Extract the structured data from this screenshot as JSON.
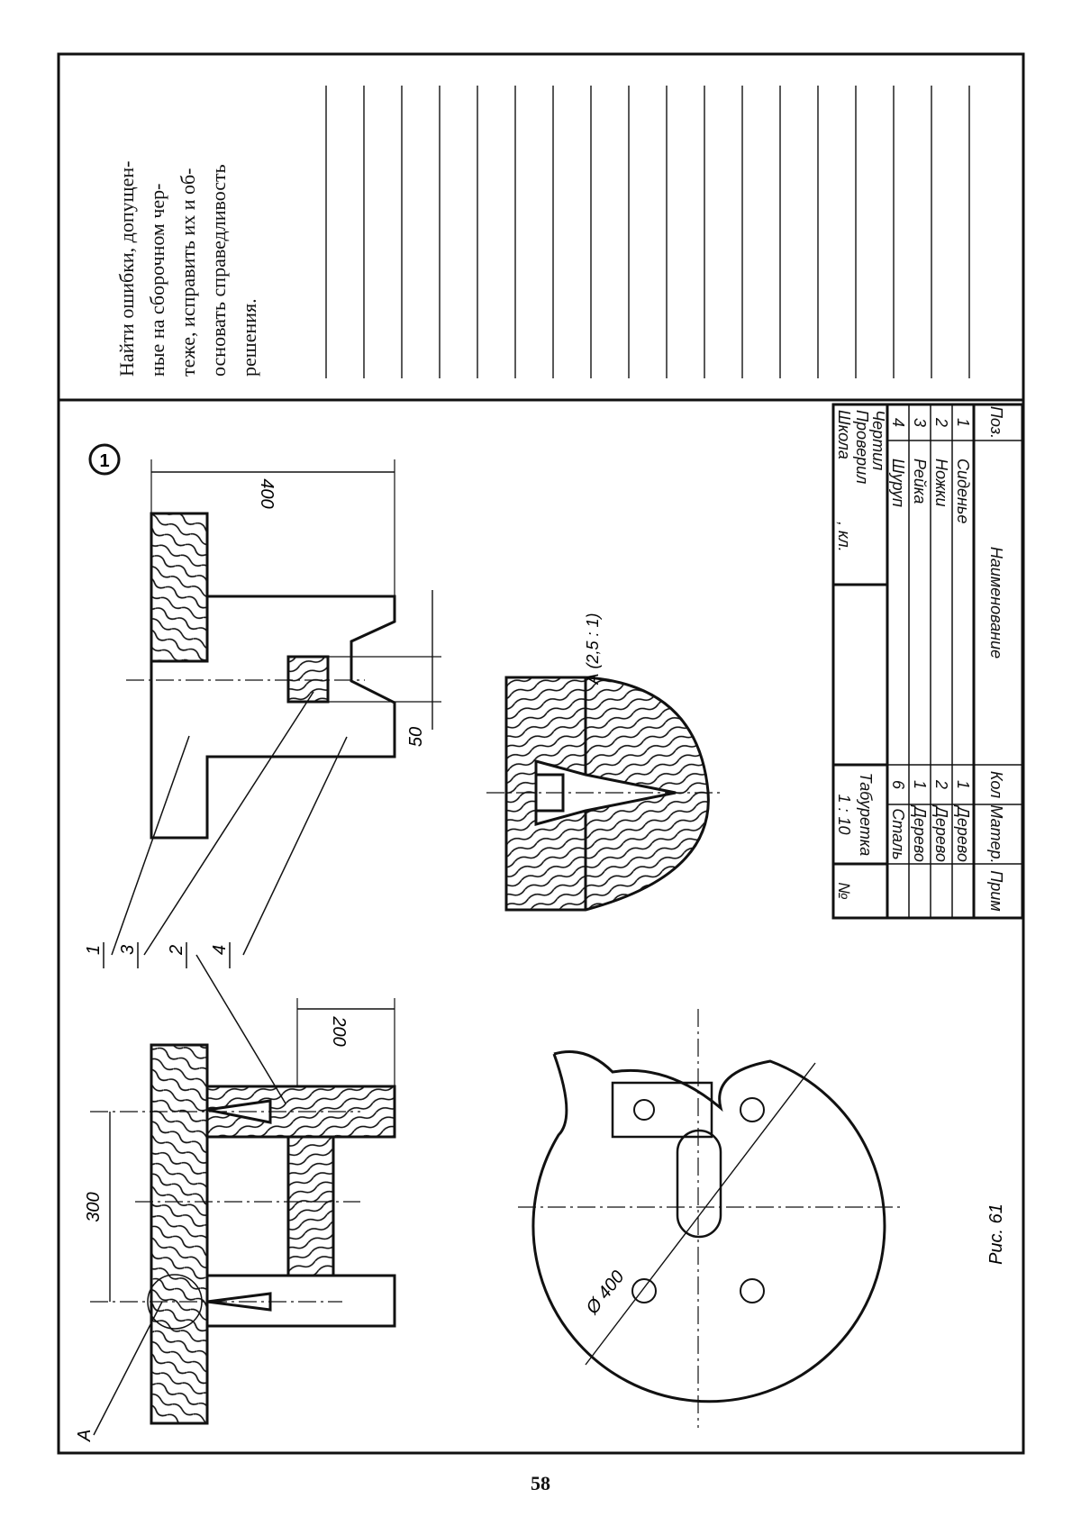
{
  "task": {
    "number": "1",
    "lines": [
      "Найти ошибки, допущен-",
      "ные на сборочном чер-",
      "теже, исправить их и об-",
      "основать справедливость",
      "решения."
    ]
  },
  "callouts": {
    "p1": "1",
    "p3": "3",
    "p2": "2",
    "p4": "4",
    "a": "А"
  },
  "dimensions": {
    "d400": "400",
    "d50": "50",
    "d300": "300",
    "d200": "200",
    "dia400": "Ø 400"
  },
  "detail_label": "А (2,5 : 1)",
  "figure_caption": "Рис. 61",
  "page_number": "58",
  "spec_table": {
    "headers": {
      "pos": "Поз.",
      "name": "Наименование",
      "qty": "Кол",
      "material": "Матер.",
      "note": "Прим"
    },
    "rows": [
      {
        "pos": "1",
        "name": "Сиденье",
        "qty": "1",
        "material": "Дерево"
      },
      {
        "pos": "2",
        "name": "Ножки",
        "qty": "2",
        "material": "Дерево"
      },
      {
        "pos": "3",
        "name": "Рейка",
        "qty": "1",
        "material": "Дерево"
      },
      {
        "pos": "4",
        "name": "Шуруп",
        "qty": "6",
        "material": "Сталь"
      }
    ]
  },
  "title_block": {
    "drew": "Чертил",
    "checked": "Проверил",
    "school": "Школа",
    "class": ", кл.",
    "title": "Табуретка",
    "scale": "1 : 10",
    "no": "№"
  }
}
